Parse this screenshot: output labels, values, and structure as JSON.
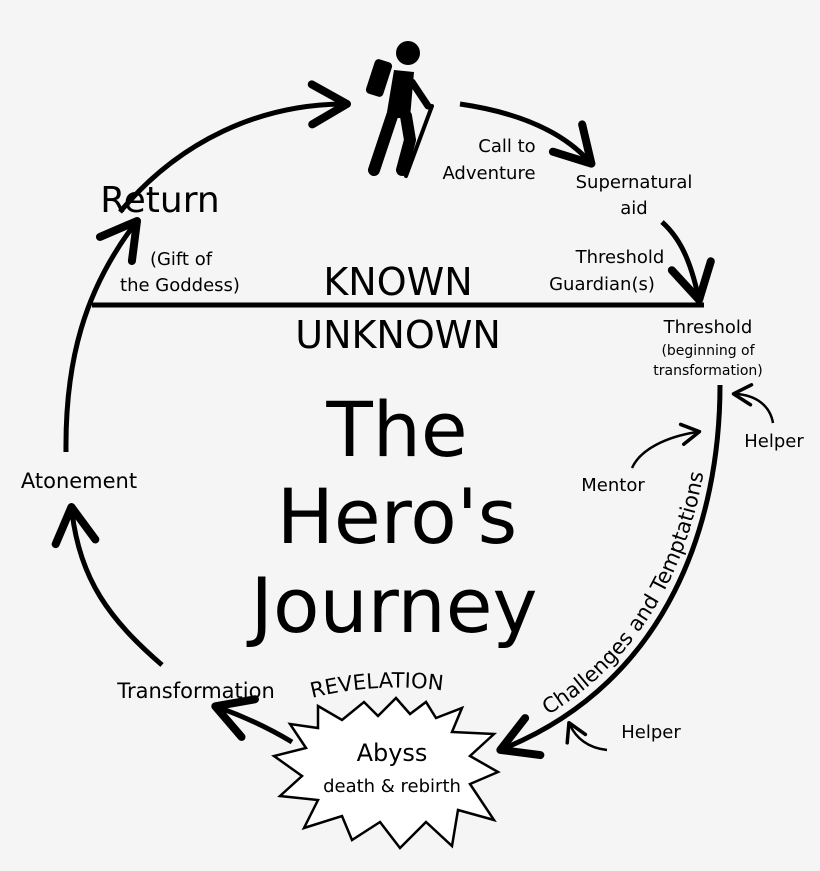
{
  "title": {
    "line1": "The",
    "line2": "Hero's",
    "line3": "Journey"
  },
  "divider": {
    "known": "KNOWN",
    "unknown": "UNKNOWN"
  },
  "stages": {
    "call_line1": "Call to",
    "call_line2": "Adventure",
    "supernatural_line1": "Supernatural",
    "supernatural_line2": "aid",
    "guardian_line1": "Threshold",
    "guardian_line2": "Guardian(s)",
    "threshold": "Threshold",
    "threshold_sub1": "(beginning of",
    "threshold_sub2": "transformation)",
    "helper_top": "Helper",
    "mentor": "Mentor",
    "challenges": "Challenges and Temptations",
    "helper_bottom": "Helper",
    "revelation": "REVELATION",
    "abyss": "Abyss",
    "abyss_sub": "death & rebirth",
    "transformation": "Transformation",
    "atonement": "Atonement",
    "return": "Return",
    "gift_line1": "(Gift of",
    "gift_line2": "the Goddess)"
  },
  "icons": {
    "hiker": "hiker-icon"
  }
}
